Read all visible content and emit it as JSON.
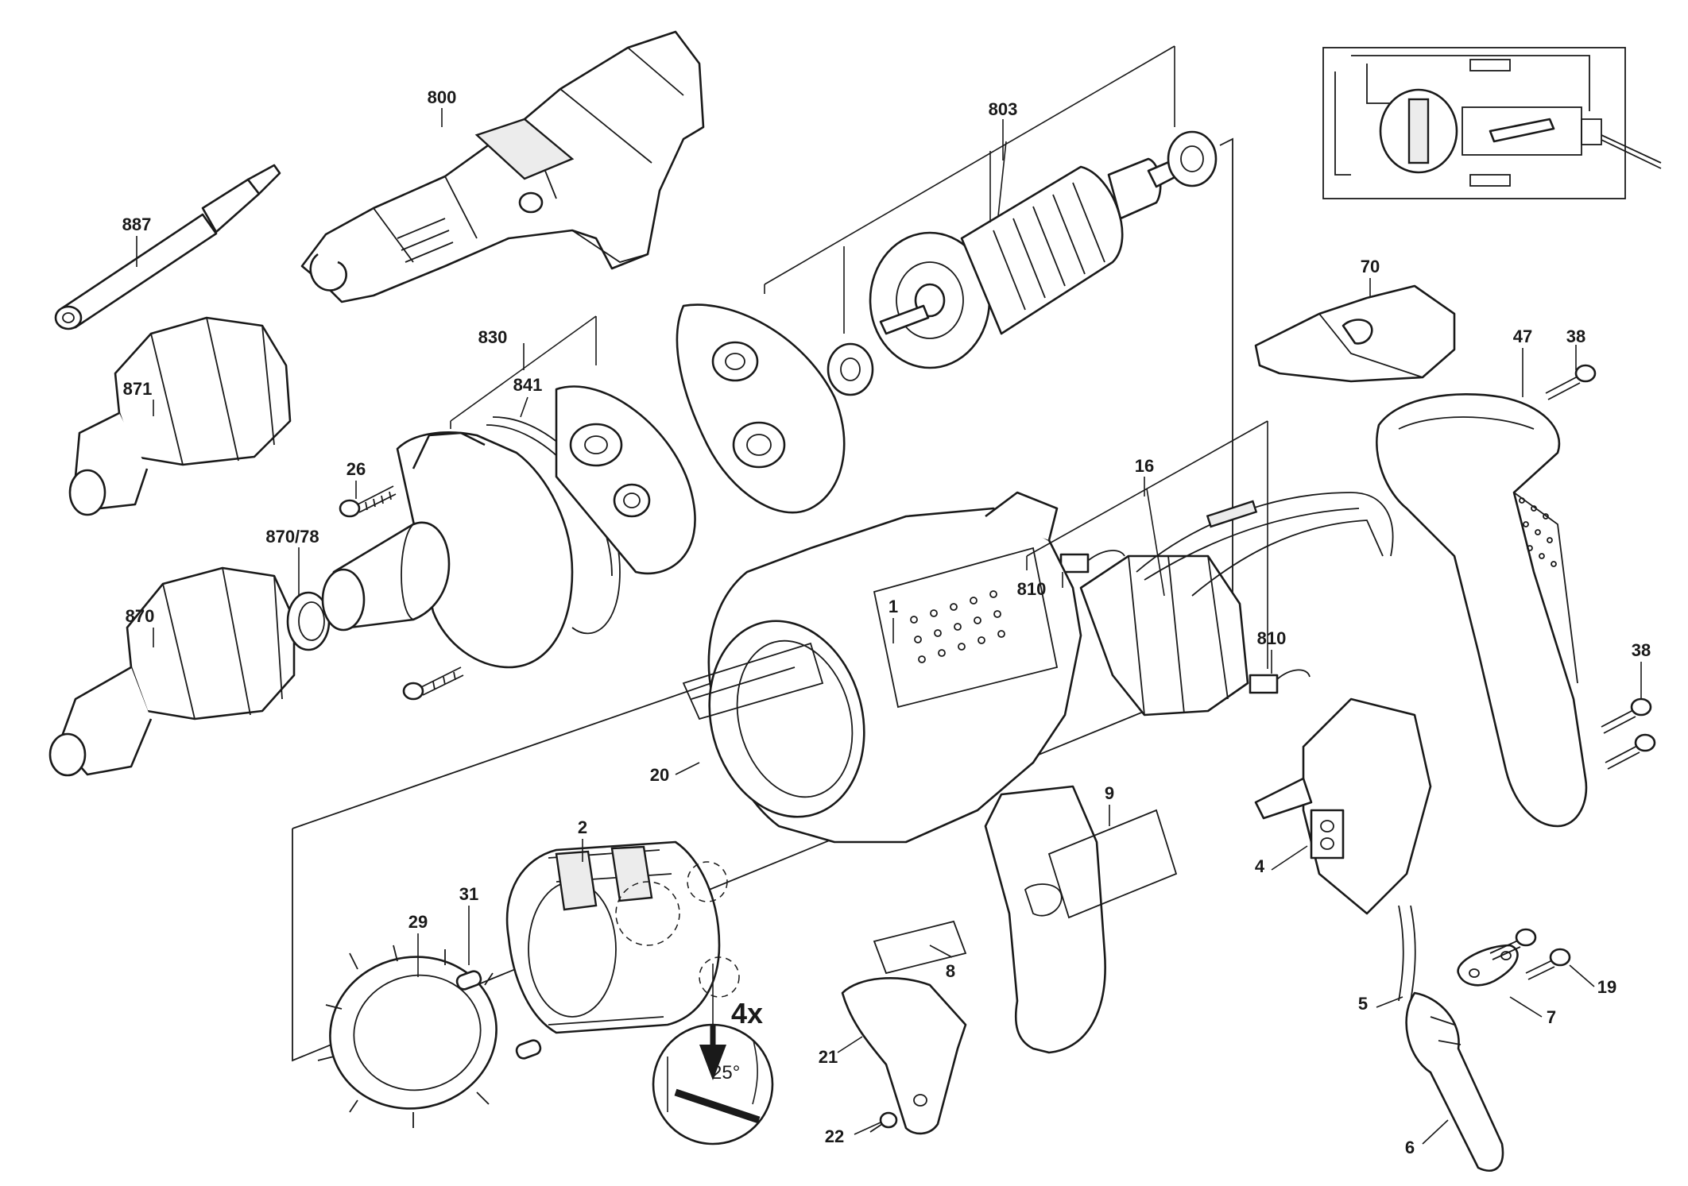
{
  "callouts": {
    "c800": "800",
    "c803": "803",
    "c887": "887",
    "c830": "830",
    "c841": "841",
    "c871": "871",
    "c26": "26",
    "c870_78": "870/78",
    "c870": "870",
    "c70": "70",
    "c47": "47",
    "c38a": "38",
    "c38b": "38",
    "c16": "16",
    "c810a": "810",
    "c810b": "810",
    "c1": "1",
    "c20": "20",
    "c9": "9",
    "c2": "2",
    "c31": "31",
    "c29": "29",
    "c8": "8",
    "c21": "21",
    "c22": "22",
    "c4": "4",
    "c5": "5",
    "c7": "7",
    "c19": "19",
    "c6": "6"
  },
  "detail": {
    "quantity": "4x",
    "angle": "25°"
  }
}
